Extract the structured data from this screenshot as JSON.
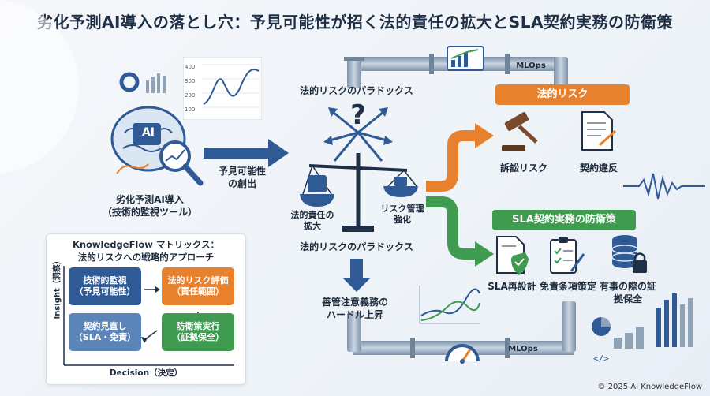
{
  "title": "劣化予測AI導入の落とし穴：予見可能性が招く法的責任の拡大とSLA契約実務の防衛策",
  "ai_icon_text": "AI",
  "chart_ticks": [
    "400",
    "300",
    "200",
    "100"
  ],
  "tool": {
    "name_line1": "劣化予測AI導入",
    "name_line2": "（技術的監視ツール）"
  },
  "arrow1": {
    "line1": "予見可能性",
    "line2": "の創出"
  },
  "paradox_top": "法的リスクのパラドックス",
  "paradox_bottom": "法的リスクのパラドックス",
  "question_mark": "?",
  "scale": {
    "left_line1": "法的責任の",
    "left_line2": "拡大",
    "right_line1": "リスク管理",
    "right_line2": "強化"
  },
  "duty": {
    "line1": "善管注意義務の",
    "line2": "ハードル上昇"
  },
  "mlops_top": "MLOps",
  "mlops_bottom": "MLOps",
  "legal_risk": {
    "header": "法的リスク",
    "items": [
      "訴訟リスク",
      "契約違反"
    ]
  },
  "sla": {
    "header": "SLA契約実務の防衛策",
    "items": [
      "SLA再設計",
      "免責条項策定",
      "有事の際の証拠保全"
    ]
  },
  "matrix": {
    "title_line1": "KnowledgeFlow マトリックス：",
    "title_line2": "法的リスクへの戦略的アプローチ",
    "y_axis": "Insight（洞察）",
    "x_axis": "Decision（決定）",
    "cells": [
      {
        "l1": "技術的監視",
        "l2": "（予見可能性）"
      },
      {
        "l1": "法的リスク評価",
        "l2": "（責任範囲）"
      },
      {
        "l1": "契約見直し",
        "l2": "（SLA・免責）"
      },
      {
        "l1": "防衛策実行",
        "l2": "（証拠保全）"
      }
    ]
  },
  "footer": "© 2025 AI KnowledgeFlow",
  "colors": {
    "navy": "#2f5a95",
    "orange": "#e8812e",
    "green": "#3f9b4f",
    "pipe": "#8fa3b8"
  }
}
